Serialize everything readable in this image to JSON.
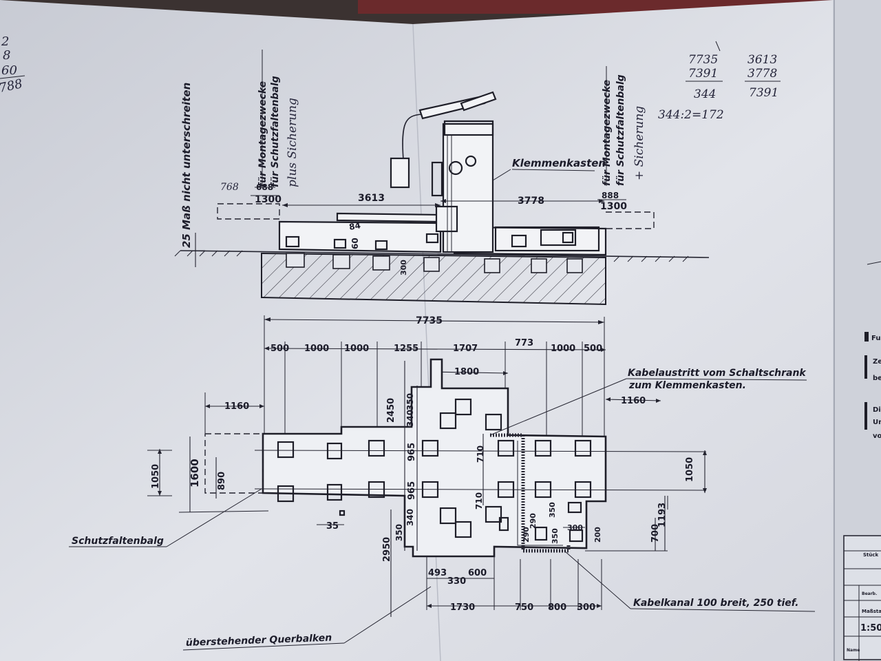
{
  "drawing": {
    "handwritten_top_left": [
      "2",
      "8",
      "60",
      "788"
    ],
    "handwritten_top_right": {
      "calc_left": [
        "7735",
        "7391",
        "344"
      ],
      "calc_right": [
        "3613",
        "3778",
        "7391"
      ],
      "note": "344:2=172"
    },
    "vertical_labels": {
      "min_height": "25 Maß nicht unterschreiten",
      "left_struck": "für Montagezwecke",
      "left_bellows": "für Schutzfaltenbalg",
      "left_handwritten": "plus Sicherung",
      "right_struck": "für Montagezwecke",
      "right_bellows": "für Schutzfaltenbalg",
      "right_handwritten": "+ Sicherung"
    },
    "side_view": {
      "terminal_box": "Klemmenkasten",
      "dim_left": "3613",
      "dim_right": "3778",
      "dim_1300_left": "1300",
      "dim_1300_right": "1300",
      "dim_struck_left": "688",
      "dim_struck_right": "888",
      "hw_small": "768",
      "dim_84": "84",
      "dim_60": "60",
      "dim_300": "300"
    },
    "plan_view": {
      "total": "7735",
      "top_segments": [
        "500",
        "1000",
        "1000",
        "1255",
        "1707",
        "773",
        "1000",
        "500"
      ],
      "w1800": "1800",
      "w1160_left": "1160",
      "w1160_right": "1160",
      "v2450": "2450",
      "v350a": "350",
      "v340a": "340",
      "v965a": "965",
      "v965b": "965",
      "v340b": "340",
      "v350b": "350",
      "v2950": "2950",
      "v710a": "710",
      "v710b": "710",
      "v1050_left": "1050",
      "v1600": "1600",
      "v890": "890",
      "v1050_right": "1050",
      "v1193": "1193",
      "v700": "700",
      "v290a": "290",
      "v290b": "290",
      "v350c": "350",
      "v350d": "350",
      "h300": "300",
      "v200": "200",
      "h35": "35",
      "b493": "493",
      "b330": "330",
      "b600": "600",
      "bottom_segments": [
        "1730",
        "750",
        "800",
        "300"
      ],
      "label_cable_exit_1": "Kabelaustritt vom Schaltschrank",
      "label_cable_exit_2": "zum Klemmenkasten.",
      "label_bellows": "Schutzfaltenbalg",
      "label_crossbeam": "überstehender Querbalken",
      "label_cable_channel": "Kabelkanal 100 breit, 250 tief."
    },
    "title_block": {
      "scale": "1:50",
      "field_1": "Stück",
      "field_2": "Maßstab",
      "field_3": "Bearb.",
      "field_4": "Name"
    },
    "right_edge_fragments": [
      "Fun",
      "Zei",
      "be",
      "Die",
      "Um",
      "vo"
    ]
  }
}
